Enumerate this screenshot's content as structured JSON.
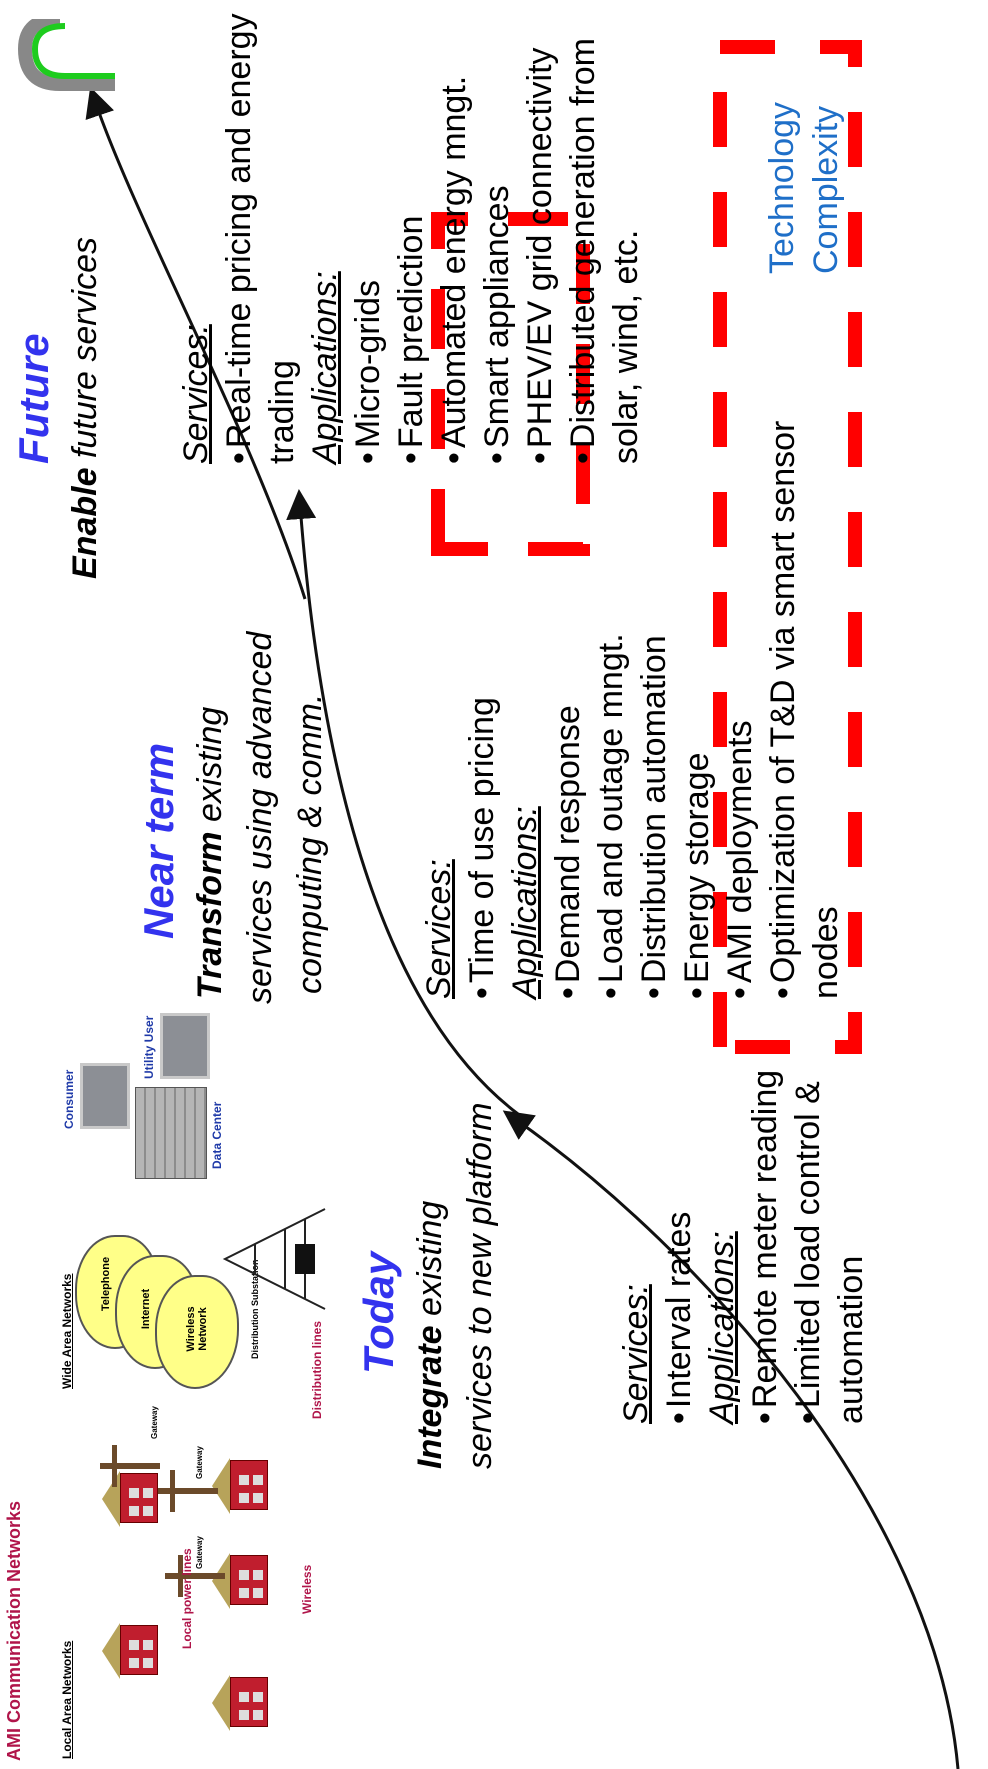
{
  "network": {
    "title": "AMI Communication Networks",
    "local_area": "Local Area Networks",
    "wide_area": "Wide Area Networks",
    "clouds": [
      "Telephone",
      "Internet",
      "Wireless Network"
    ],
    "consumer": "Consumer",
    "utility_user": "Utility User",
    "data_center": "Data Center",
    "local_power_lines": "Local power lines",
    "wireless": "Wireless",
    "distribution_lines": "Distribution lines",
    "distribution_substation": "Distribution Substation",
    "gateway_1": "Gateway",
    "gateway_2": "Gateway",
    "gateway_3": "Gateway"
  },
  "today": {
    "era": "Today",
    "tag_bold": "Integrate",
    "tag_rest": " existing",
    "tag_line2": "services to new platform",
    "services_label": "Services:",
    "services": [
      "Interval rates"
    ],
    "applications_label": "Applications:",
    "applications": [
      "Remote meter reading",
      "Limited load control &"
    ],
    "applications_cont": "automation"
  },
  "near": {
    "era": "Near term",
    "tag_bold": "Transform",
    "tag_rest": " existing",
    "tag_line2": "services using advanced",
    "tag_line3": "computing & comm.",
    "services_label": "Services:",
    "services": [
      "Time of use pricing"
    ],
    "applications_label": "Applications:",
    "applications": [
      "Demand response",
      "Load and outage mngt.",
      "Distribution automation",
      "Energy storage",
      "AMI deployments",
      "Optimization of T&D via smart sensor"
    ],
    "applications_cont": "nodes"
  },
  "future": {
    "era": "Future",
    "tag_bold": "Enable",
    "tag_rest": " future services",
    "services_label": "Services:",
    "services": [
      "Real-time pricing and energy"
    ],
    "services_cont": "trading",
    "applications_label": "Applications:",
    "applications": [
      "Micro-grids",
      "Fault prediction",
      "Automated energy mngt.",
      "Smart appliances",
      "PHEV/EV grid connectivity",
      "Distributed generation from"
    ],
    "applications_cont": "solar, wind, etc."
  },
  "axis_label": [
    "Technology",
    "Complexity"
  ],
  "colors": {
    "era": "#3333ee",
    "dash": "#ff0000",
    "axis_label": "#1f6fc8",
    "net_title": "#b0154a"
  },
  "logo_icon": "green-arch-logo"
}
